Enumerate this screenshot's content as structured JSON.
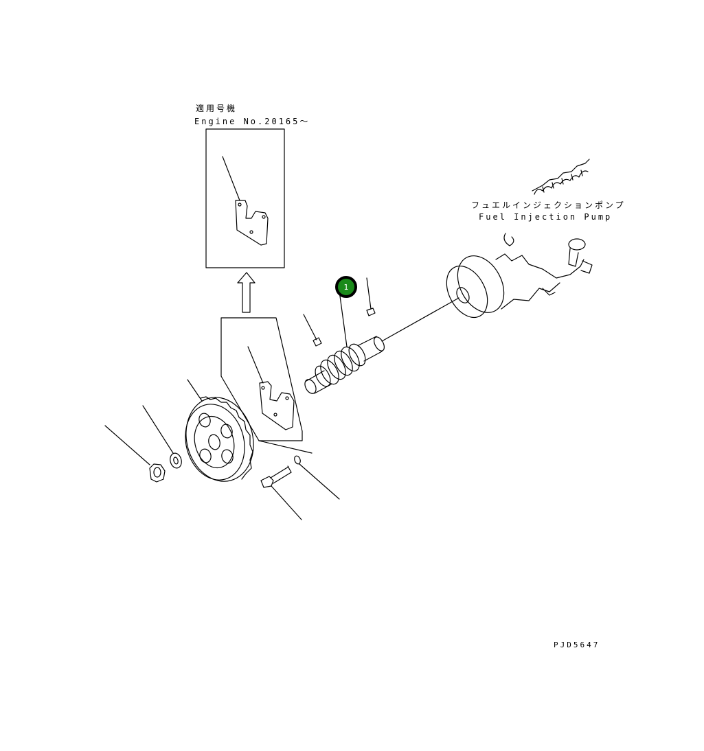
{
  "applicable_title": "適用号機",
  "applicable_range": "Engine No.20165～",
  "pump_label_jp": "フュエルインジェクションポンプ",
  "pump_label_en": "Fuel Injection Pump",
  "callout_number": "1",
  "callout_color": "#1a8a1a",
  "drawing_code": "PJD5647"
}
